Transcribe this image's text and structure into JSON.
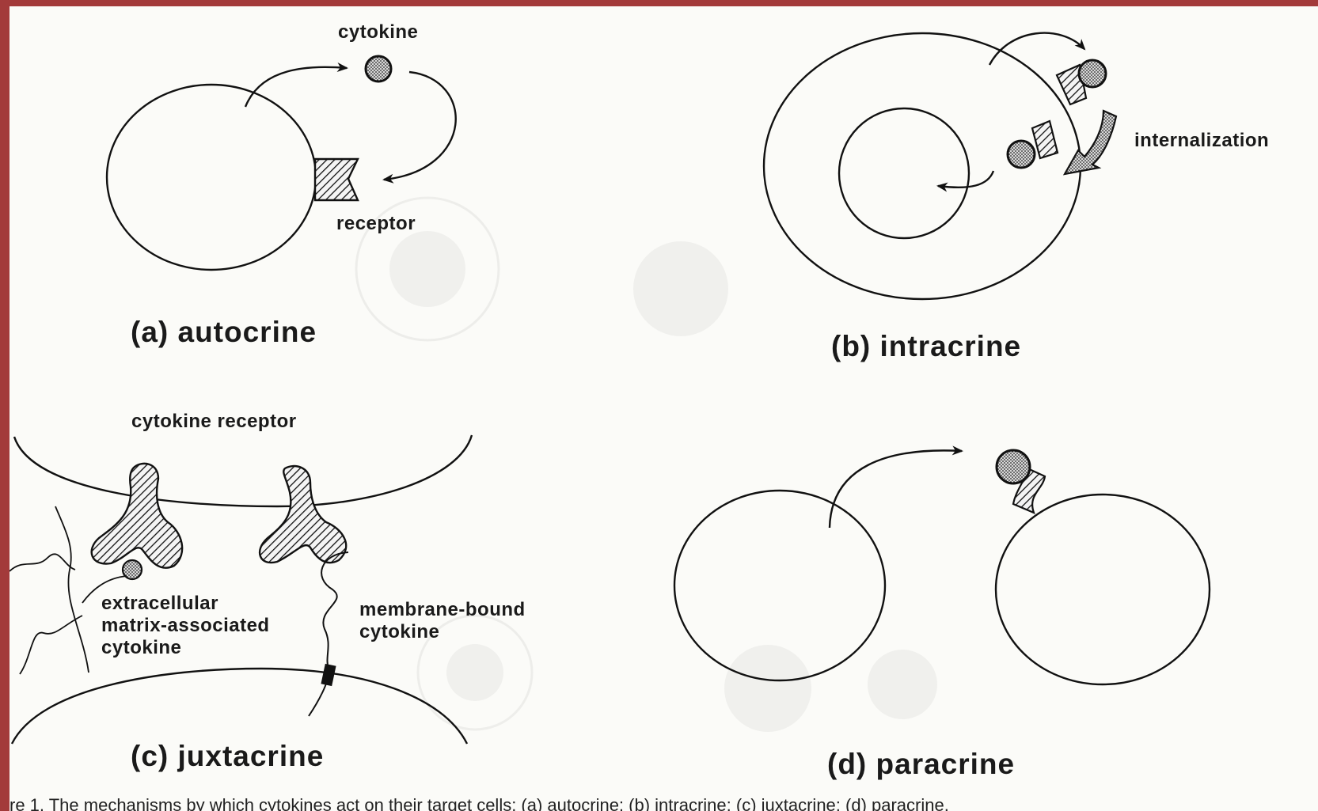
{
  "panels": {
    "autocrine": {
      "title": "(a) autocrine",
      "cytokine_label": "cytokine",
      "receptor_label": "receptor"
    },
    "intracrine": {
      "title": "(b) intracrine",
      "internalization_label": "internalization"
    },
    "juxtacrine": {
      "title": "(c) juxtacrine",
      "receptor_label": "cytokine receptor",
      "ecm_label_line1": "extracellular",
      "ecm_label_line2": "matrix-associated",
      "ecm_label_line3": "cytokine",
      "membrane_label_line1": "membrane-bound",
      "membrane_label_line2": "cytokine"
    },
    "paracrine": {
      "title": "(d) paracrine"
    }
  },
  "caption_fragment": "re 1. The mechanisms by which cytokines act on their target cells: (a) autocrine; (b) intracrine; (c) juxtacrine; (d) paracrine."
}
